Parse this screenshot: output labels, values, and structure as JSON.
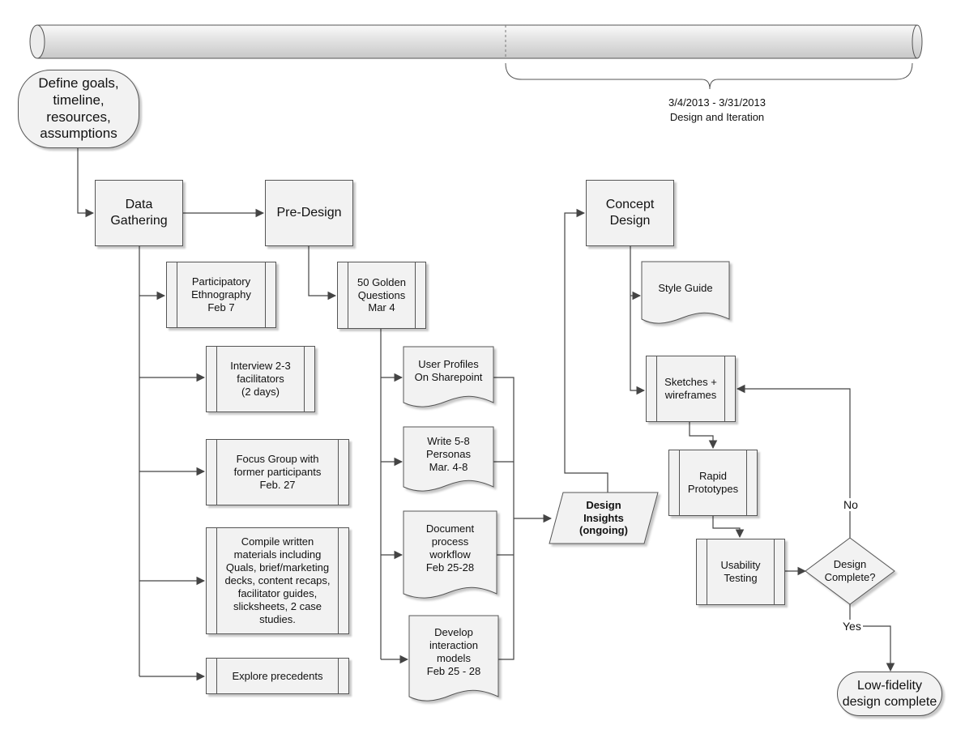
{
  "timeline": {
    "range": "3/4/2013 - 3/31/2013",
    "phase": "Design and Iteration"
  },
  "nodes": {
    "define_goals": "Define goals,\ntimeline,\nresources,\nassumptions",
    "data_gathering": "Data\nGathering",
    "pre_design": "Pre-Design",
    "concept_design": "Concept\nDesign",
    "participatory": "Participatory\nEthnography\nFeb 7",
    "interview": "Interview 2-3\nfacilitators\n(2 days)",
    "focus_group": "Focus Group with\nformer participants\nFeb. 27",
    "compile": "Compile written\nmaterials including\nQuals, brief/marketing\ndecks, content recaps,\nfacilitator guides,\nslicksheets, 2 case\nstudies.",
    "explore": "Explore precedents",
    "golden_questions": "50 Golden\nQuestions\nMar 4",
    "user_profiles": "User Profiles\nOn Sharepoint",
    "personas": "Write 5-8\nPersonas\nMar. 4-8",
    "document_process": "Document\nprocess\nworkflow\nFeb 25-28",
    "interaction_models": "Develop\ninteraction\nmodels\nFeb 25 - 28",
    "design_insights": "Design\nInsights\n(ongoing)",
    "style_guide": "Style Guide",
    "sketches": "Sketches +\nwireframes",
    "rapid_prototypes": "Rapid\nPrototypes",
    "usability_testing": "Usability\nTesting",
    "design_complete": "Design\nComplete?",
    "low_fidelity": "Low-fidelity\ndesign complete"
  },
  "edge_labels": {
    "no": "No",
    "yes": "Yes"
  },
  "colors": {
    "shape_fill": "#f2f2f2",
    "stroke": "#444444",
    "timeline_fill": "#e6e6e6"
  }
}
